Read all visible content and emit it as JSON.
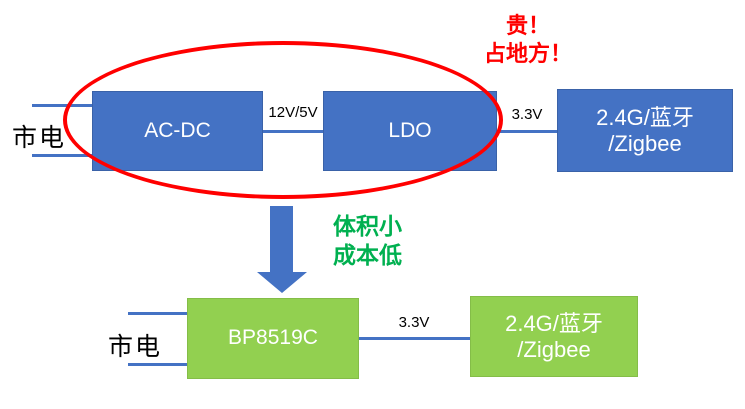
{
  "colors": {
    "box_blue": "#4472C4",
    "box_green": "#92D050",
    "wire_blue": "#4472C4",
    "annotation_red": "#FF0000",
    "annotation_green": "#00B050",
    "box_text": "#FFFFFF",
    "label_text": "#000000"
  },
  "top_flow": {
    "mains_label": "市电",
    "acdc_label": "AC-DC",
    "conn1_label": "12V/5V",
    "ldo_label": "LDO",
    "conn2_label": "3.3V",
    "wireless_line1": "2.4G/蓝牙",
    "wireless_line2": "/Zigbee",
    "annotation_line1": "贵！",
    "annotation_line2": "占地方！"
  },
  "transition": {
    "annotation_line1": "体积小",
    "annotation_line2": "成本低"
  },
  "bottom_flow": {
    "mains_label": "市电",
    "chip_label": "BP8519C",
    "conn_label": "3.3V",
    "wireless_line1": "2.4G/蓝牙",
    "wireless_line2": "/Zigbee"
  }
}
